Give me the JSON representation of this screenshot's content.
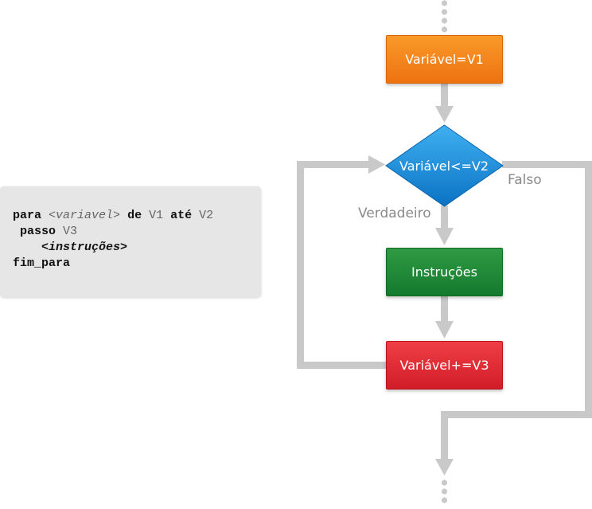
{
  "code": {
    "line1": {
      "kw_para": "para",
      "placeholder_variavel": "<variavel>",
      "kw_de": "de",
      "v1": "V1",
      "kw_ate": "até",
      "v2": "V2"
    },
    "line2": {
      "kw_passo": "passo",
      "v3": "V3"
    },
    "line3": {
      "placeholder_instrucoes": "<instruções>"
    },
    "line4": {
      "kw_fim_para": "fim_para"
    }
  },
  "flowchart": {
    "init_label": "Variável=V1",
    "condition_label": "Variável<=V2",
    "true_label": "Verdadeiro",
    "false_label": "Falso",
    "body_label": "Instruções",
    "increment_label": "Variável+=V3"
  },
  "colors": {
    "init": "#f28420",
    "condition": "#1b8fe0",
    "body": "#1e8838",
    "increment": "#e32d36",
    "connector": "#c8c8c8",
    "code_background": "#e6e6e6"
  }
}
